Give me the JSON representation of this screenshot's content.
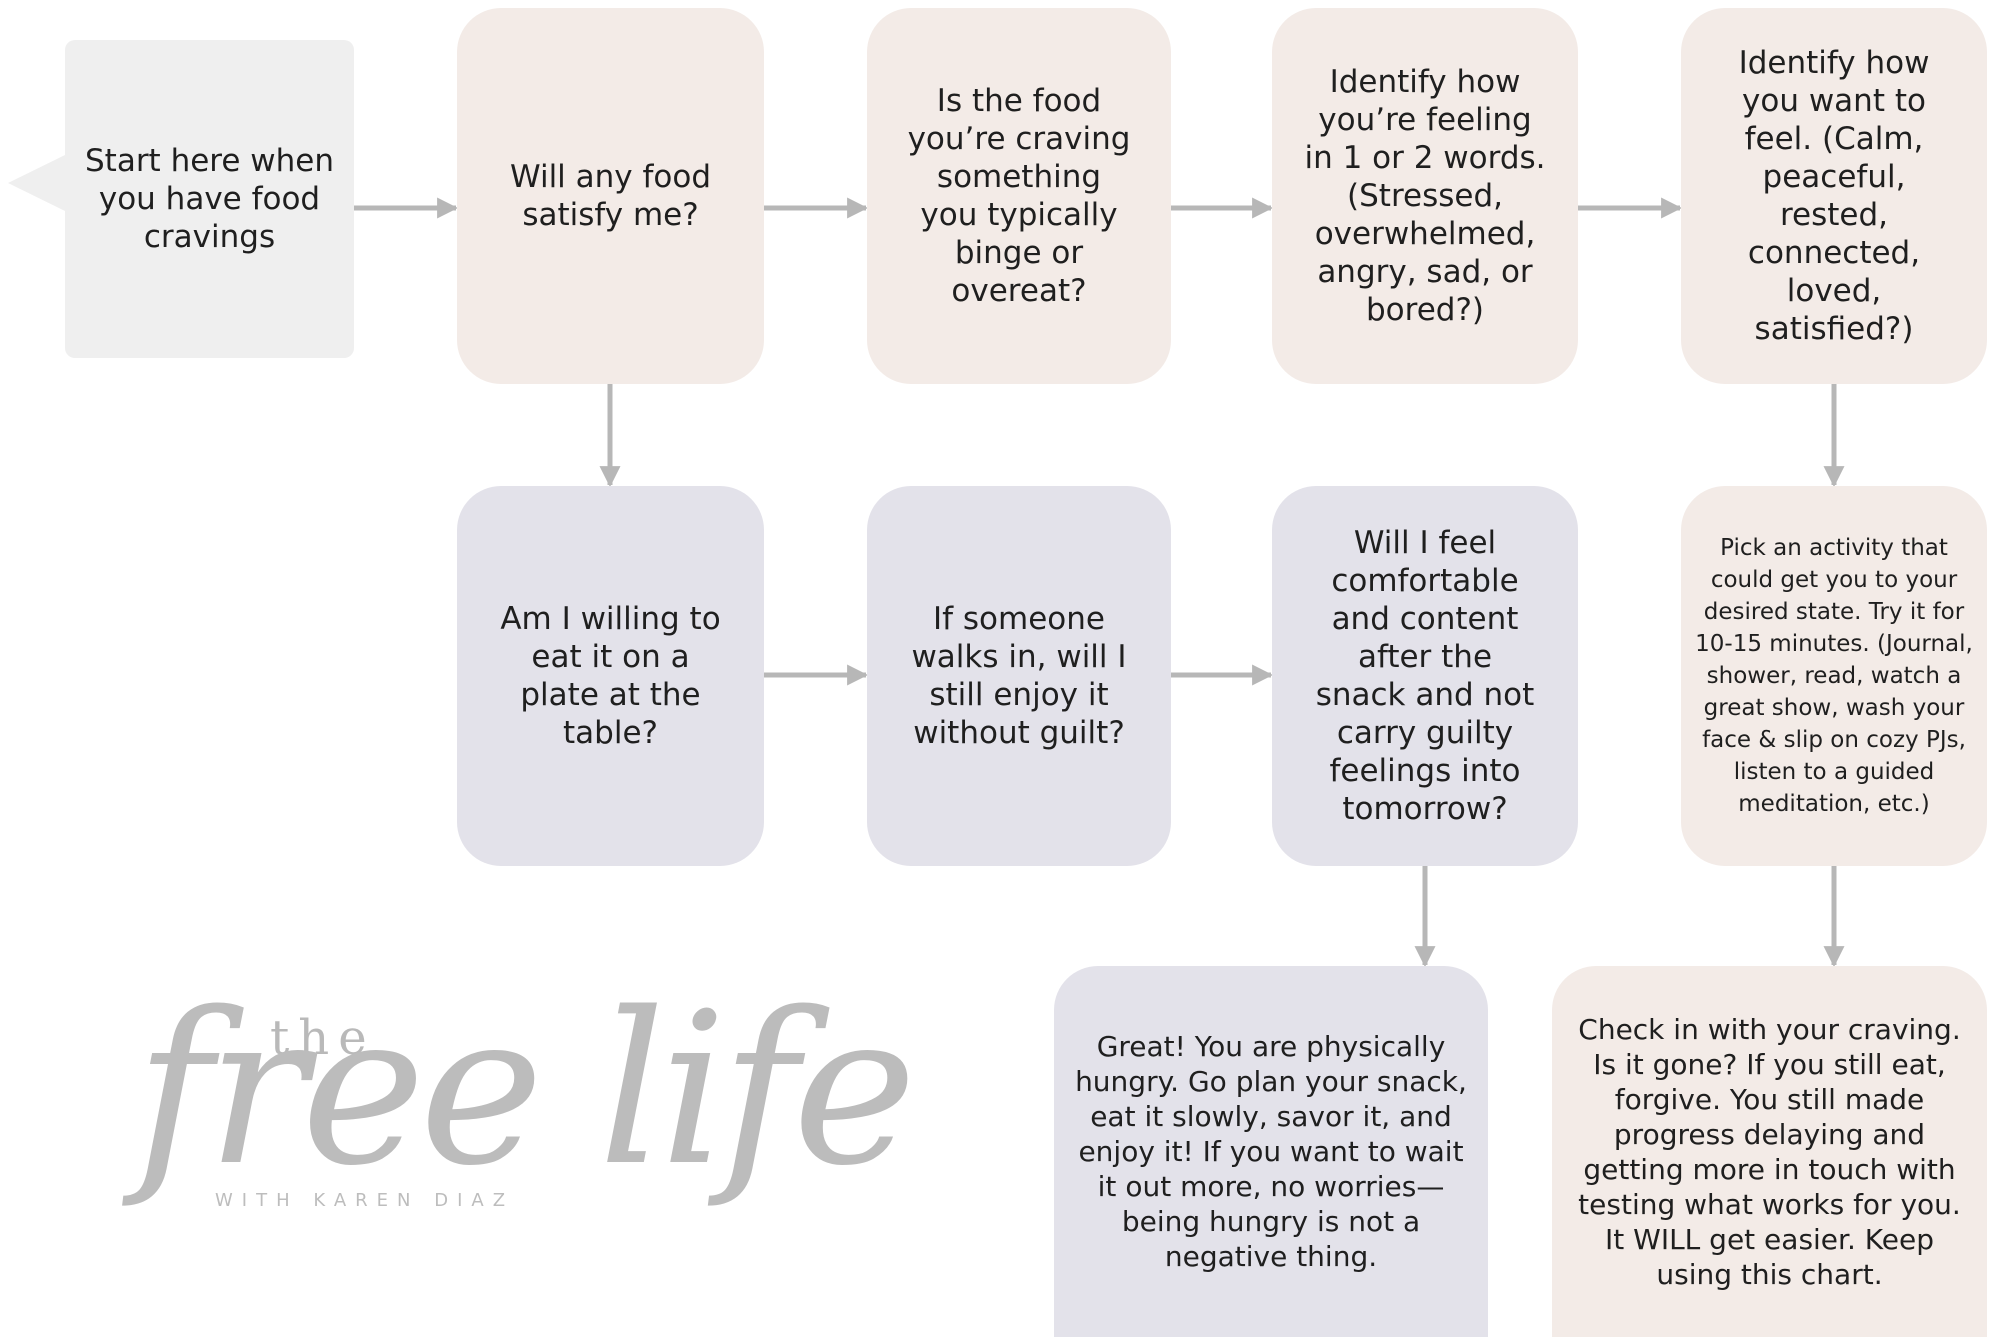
{
  "colors": {
    "start_fill": "#efefef",
    "emotional_fill": "#f3ebe7",
    "physical_fill": "#e3e2ea",
    "arrow": "#b7b7b7",
    "logo": "#bcbcbc"
  },
  "nodes": {
    "start": "Start here when you have food cravings",
    "any_food": "Will any food satisfy me?",
    "binge_food": "Is the food you’re craving something you typically binge or overeat?",
    "identify_feeling": "Identify how you’re feeling in 1 or 2 words. (Stressed, overwhelmed, angry, sad, or bored?)",
    "want_to_feel": "Identify how you want to feel. (Calm, peaceful, rested, connected, loved, satisfied?)",
    "plate_table": "Am I willing to eat it on a plate at the table?",
    "someone_walks": "If someone walks in, will I still enjoy it without guilt?",
    "comfortable_content": "Will I feel comfortable and content after the snack and not carry guilty feelings into tomorrow?",
    "pick_activity": "Pick an activity that could get you to your desired state. Try it for 10-15 minutes. (Journal, shower, read, watch a great show, wash your face & slip on cozy PJs, listen to a guided meditation, etc.)",
    "physically_hungry": "Great! You are physically hungry. Go plan your snack, eat it slowly, savor it, and enjoy it! If you want to wait it out more, no worries—being hungry is not a negative thing.",
    "check_in": "Check in with your craving. Is it gone? If you still eat, forgive. You still made progress delaying and getting more in touch with testing what works for you. It WILL get easier. Keep using this chart."
  },
  "logo": {
    "the": "the",
    "free_life": "free life",
    "with": "WITH KAREN DIAZ"
  }
}
